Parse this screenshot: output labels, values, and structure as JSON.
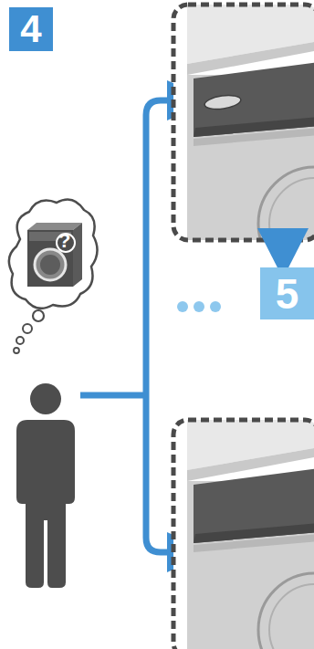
{
  "diagram": {
    "nodes": [
      {
        "text": [
          "4"
        ]
      },
      {
        "text": [
          "5"
        ]
      }
    ],
    "labels": [
      "?"
    ]
  }
}
